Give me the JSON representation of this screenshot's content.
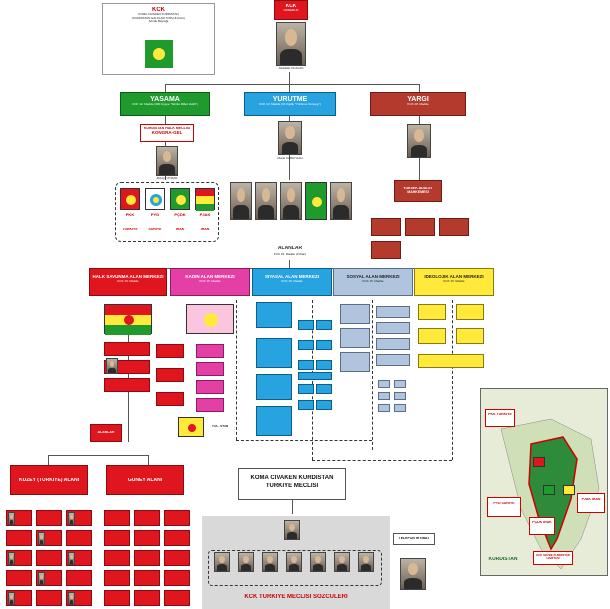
{
  "kck_box": {
    "title": "KCK",
    "line1": "KOMA CIVAKEN KURDISTAN",
    "line2": "(KÜRDİSTAN HALKLAR TOPLULUĞU)",
    "line3": "Sözde Bayrağı"
  },
  "leader": {
    "title": "KCK",
    "subtitle": "ÖNDERLİK",
    "name": "Abdullah ÖCALAN"
  },
  "branches": {
    "yasama": {
      "title": "YASAMA",
      "sub": "KCK 12. Madde (300 Üyeye \"Sözde Millet Vekili\")"
    },
    "yurutme": {
      "title": "YÜRÜTME",
      "sub": "KCK 13. Madde (31 Kişilik \"Yürütme Konseyi\")"
    },
    "yargi": {
      "title": "YARGI",
      "sub": "KCK 28. Madde"
    }
  },
  "kongra": {
    "title": "KÜRDİSTAN HALK MECLİSİ",
    "subtitle": "KONGRA-GEL",
    "person": "Zübeyir AYDAR"
  },
  "parties": [
    {
      "name": "PKK",
      "country": "TÜRKİYE"
    },
    {
      "name": "PYD",
      "country": "SURİYE"
    },
    {
      "name": "PÇDK",
      "country": "IRAK"
    },
    {
      "name": "PJAK",
      "country": "İRAN"
    }
  ],
  "yurutme_head": {
    "name": "Murat KARAYILAN"
  },
  "alanlar": {
    "title": "ALANLAR",
    "sub": "KCK 15. Madde (9 Alan)"
  },
  "yargi_head": {
    "title": "YÜKSEK ADALET MAHKEMESİ"
  },
  "areas": [
    {
      "title": "HALK SAVUNMA ALAN MERKEZİ",
      "sub": "KCK 15. Madde"
    },
    {
      "title": "KADIN ALAN MERKEZİ",
      "sub": "KCK 15. Madde"
    },
    {
      "title": "SİYASAL ALAN MERKEZİ",
      "sub": "KCK 15. Madde"
    },
    {
      "title": "SOSYAL ALAN MERKEZİ",
      "sub": "KCK 15. Madde"
    },
    {
      "title": "İDEOLOJİK ALAN MERKEZİ",
      "sub": "KCK 15. Madde"
    }
  ],
  "hsm": {
    "title": "HPG - SAVUNMA",
    "label": "YJA - STAR"
  },
  "alanlar2": {
    "a": "ALANLAR"
  },
  "regions": {
    "north": "KUZEY (TÜRKİYE) ALANI",
    "south": "GÜNEY ALANI"
  },
  "meclis": {
    "line1": "KOMA CİVAKEN KÜRDİSTAN",
    "line2": "TÜRKİYE MECLİSİ"
  },
  "sozculer": {
    "title": "KCK TÜRKİYE MECLİSİ SÖZCÜLERİ"
  },
  "telefon": {
    "title": "TELEFON İRTİBAT"
  },
  "map": {
    "pkk": "PKK TÜRKİYE",
    "pyd": "PYD SURİYE",
    "pcdk": "PÇDK IRAK",
    "pjak": "PJAK İRAN",
    "kck": "KCK SÖZDE KÜRDİSTAN HARİTASI",
    "kurdistan": "KÜRDİSTAN"
  },
  "colors": {
    "red": "#e0161f",
    "green": "#1f9b2e",
    "blue": "#27a3e0",
    "darkred": "#b43a2e",
    "magenta": "#e33fa5",
    "yellow": "#ffe93b",
    "lightblue": "#b0c4de"
  }
}
